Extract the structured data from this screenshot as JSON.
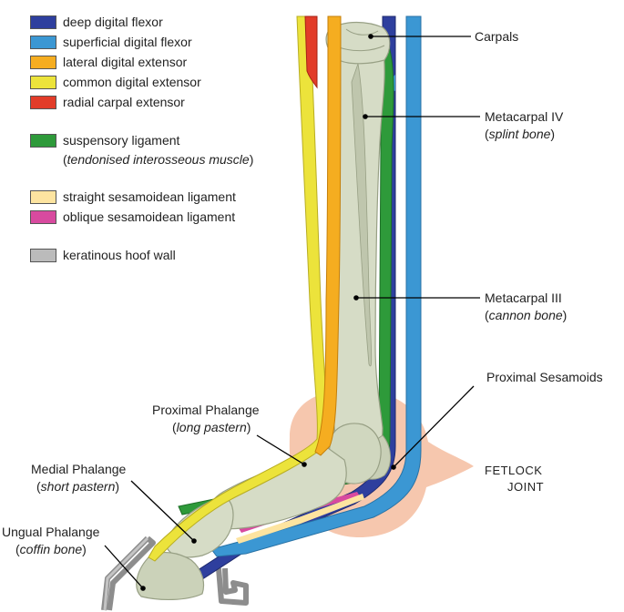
{
  "legend": [
    {
      "label": "deep digital flexor",
      "color": "#2e3f9e",
      "icon": "blue-swatch"
    },
    {
      "label": "superficial digital flexor",
      "color": "#3b97d3",
      "icon": "light-blue-swatch"
    },
    {
      "label": "lateral digital extensor",
      "color": "#f5ad20",
      "icon": "orange-swatch"
    },
    {
      "label": "common digital extensor",
      "color": "#ece33b",
      "icon": "yellow-swatch"
    },
    {
      "label": "radial carpal extensor",
      "color": "#e23c29",
      "icon": "red-swatch"
    },
    {
      "label": "suspensory ligament",
      "sub": "tendonised interosseous muscle",
      "color": "#2e9a3a",
      "icon": "green-swatch"
    },
    {
      "label": "straight sesamoidean ligament",
      "color": "#fde4a0",
      "icon": "cream-swatch"
    },
    {
      "label": "oblique sesamoidean ligament",
      "color": "#d84a9f",
      "icon": "pink-swatch"
    },
    {
      "label": "keratinous hoof wall",
      "color": "#bbbbbb",
      "icon": "grey-swatch"
    }
  ],
  "labels": {
    "carpals": "Carpals",
    "metacarpal_iv": "Metacarpal IV",
    "metacarpal_iv_sub": "splint bone",
    "metacarpal_iii": "Metacarpal III",
    "metacarpal_iii_sub": "cannon bone",
    "proximal_sesamoids": "Proximal Sesamoids",
    "proximal_phalange": "Proximal Phalange",
    "proximal_phalange_sub": "long pastern",
    "medial_phalange": "Medial Phalange",
    "medial_phalange_sub": "short pastern",
    "ungual_phalange": "Ungual Phalange",
    "ungual_phalange_sub": "coffin bone",
    "fetlock_line1": "FETLOCK",
    "fetlock_line2": "JOINT"
  },
  "colors": {
    "bone": "#d6dcc6",
    "bone_shade": "#a9b197",
    "joint_capsule": "#f6c7ae",
    "leader_line": "#000000"
  }
}
